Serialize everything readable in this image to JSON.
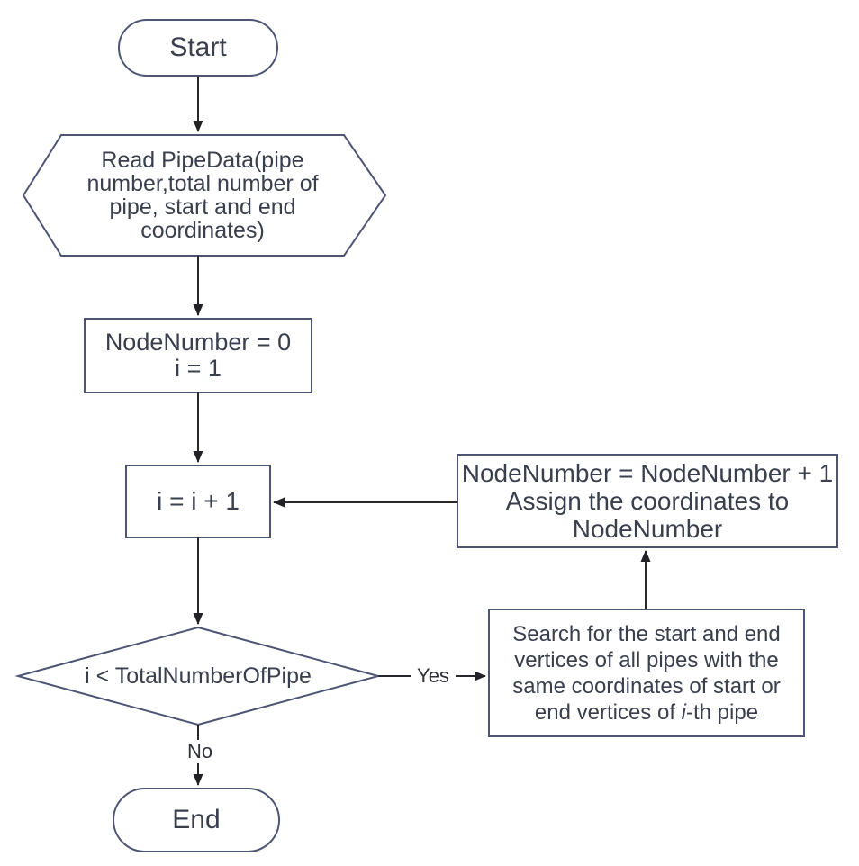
{
  "diagram": {
    "title": "Pipe node numbering flowchart",
    "nodes": {
      "start": {
        "label": "Start"
      },
      "read": {
        "label": "Read PipeData(pipe\nnumber,total number of\npipe, start and end\ncoordinates)"
      },
      "init": {
        "label": "NodeNumber = 0\ni = 1"
      },
      "inc": {
        "label": "i = i + 1"
      },
      "decision": {
        "label": "i < TotalNumberOfPipe"
      },
      "assign": {
        "label": "NodeNumber = NodeNumber + 1\nAssign the coordinates to\nNodeNumber"
      },
      "search": {
        "prefix": "Search for the start and end\nvertices of all pipes with the\nsame coordinates of start or\nend vertices of ",
        "italic": "i",
        "suffix": "-th pipe"
      },
      "end": {
        "label": "End"
      }
    },
    "edge_labels": {
      "yes": "Yes",
      "no": "No"
    },
    "colors": {
      "shape_border": "#4e5574",
      "shape_fill": "#ffffff",
      "arrow": "#28282c",
      "text": "#3a3f4e",
      "background": "#ffffff"
    }
  }
}
